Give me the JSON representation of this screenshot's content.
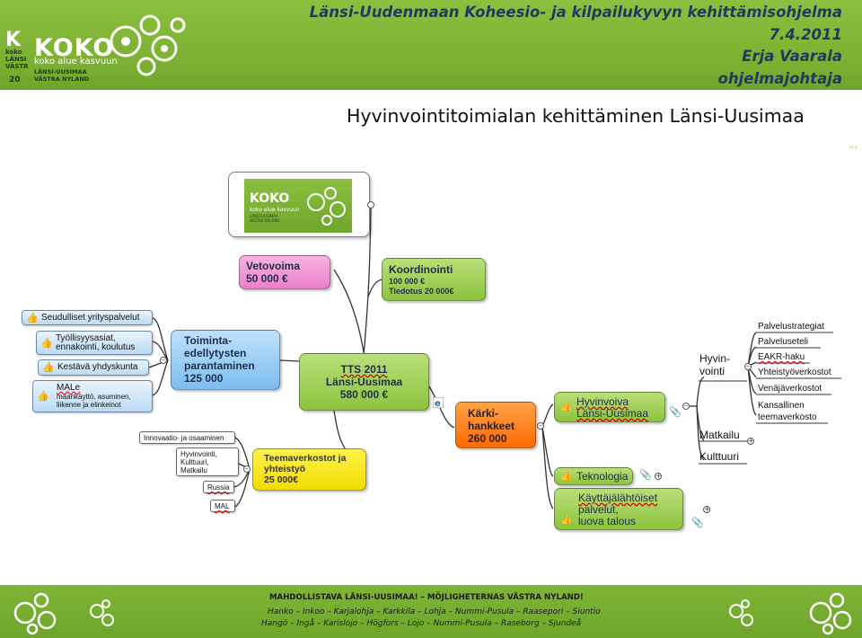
{
  "header": {
    "title_lines": [
      "Länsi-Uudenmaan Koheesio- ja kilpailukyvyn kehittämisohjelma",
      "7.4.2011",
      "Erja Vaarala",
      "ohjelmajohtaja"
    ],
    "logo": {
      "letter": "K",
      "small_lines": [
        "koko",
        "LÄNSI",
        "VÄSTR"
      ],
      "number": "20",
      "brand": "KOKO",
      "tagline": "koko alue kasvuun",
      "region_fi": "LÄNSI-UUSIMAA",
      "region_sv": "VÄSTRA NYLAND"
    }
  },
  "page_title": "Hyvinvointitoimialan kehittäminen Länsi-Uusimaa",
  "side_note": "Lä-g",
  "mindmap": {
    "center": {
      "title": "TTS 2011",
      "line2": "Länsi-Uusimaa",
      "line3": "580 000 €"
    },
    "logo_card": {
      "brand": "KOKO",
      "tagline": "koko alue kasvuun",
      "region_fi": "LÄNSI-UUSIMAA",
      "region_sv": "VÄSTRA NYLAND"
    },
    "vetovoima": {
      "title": "Vetovoima",
      "amount": "50 000 €"
    },
    "koordinointi": {
      "title": "Koordinointi",
      "line2": "100 000 €",
      "line3": "Tiedotus 20 000€"
    },
    "toiminta": {
      "line1": "Toiminta-",
      "line2": "edellytysten",
      "line3": "parantaminen",
      "amount": "125 000"
    },
    "left_leaves": [
      {
        "text": "Seudulliset yrityspalvelut"
      },
      {
        "line1": "Työllisyysasiat,",
        "line2": "ennakointi, koulutus"
      },
      {
        "text": "Kestävä yhdyskunta"
      },
      {
        "line1": "MALe",
        "line2": "maankäyttö, asuminen,",
        "line3": "liikenne ja elinkeinot"
      }
    ],
    "teema": {
      "line1": "Teemaverkostot ja",
      "line2": "yhteistyö",
      "amount": "25 000€"
    },
    "teema_items": {
      "innovaatio": "Innovaatio- ja osaaminen",
      "hyvinvointi": [
        "Hyvinvointi,",
        "Kulttuuri,",
        "Matkailu"
      ],
      "russia": "Russia",
      "mal": "MAL"
    },
    "karki": {
      "line1": "Kärki-",
      "line2": "hankkeet",
      "amount": "260 000"
    },
    "hyvinvoiva": {
      "line1": "Hyvinvoiva",
      "line2": "Länsi-Uusimaa"
    },
    "teknologia": {
      "text": "Teknologia"
    },
    "kayttaja": {
      "line1": "Käyttäjälähtöiset",
      "line2": "palvelut,",
      "line3": "luova talous"
    },
    "hyvinvointi_branch": {
      "line1": "Hyvin-",
      "line2": "vointi"
    },
    "hyvinvointi_items": [
      "Palvelustrategiat",
      "Palveluseteli",
      "EAKR-haku",
      "Yhteistyöverkostot",
      "Venäjäverkostot",
      "Kansallinen",
      "teemaverkosto"
    ],
    "matkailu": "Matkailu",
    "kulttuuri": "Kulttuuri"
  },
  "footer": {
    "line1": "MAHDOLLISTAVA LÄNSI-UUSIMAA! – MÖJLIGHETERNAS VÄSTRA NYLAND!",
    "line2": "Hanko – Inkoo – Karjalohja – Karkkila – Lohja – Nummi-Pusula – Raasepori – Siuntio",
    "line3": "Hangö – Ingå –  Karislojo   – Högfors     – Lojo   – Nummi-Pusula – Raseborg – Sjundeå"
  }
}
